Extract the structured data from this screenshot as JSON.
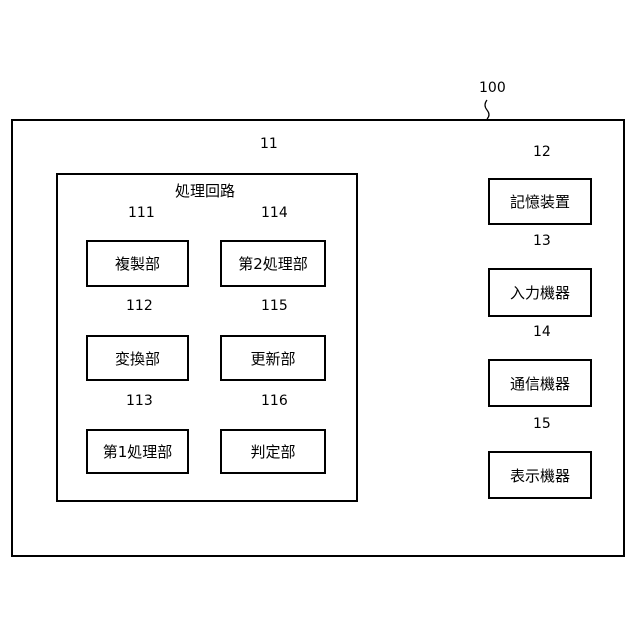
{
  "device": {
    "ref": "100"
  },
  "processing_circuit": {
    "ref": "11",
    "title": "処理回路",
    "units": [
      {
        "ref": "111",
        "label": "複製部"
      },
      {
        "ref": "112",
        "label": "変換部"
      },
      {
        "ref": "113",
        "label": "第1処理部"
      },
      {
        "ref": "114",
        "label": "第2処理部"
      },
      {
        "ref": "115",
        "label": "更新部"
      },
      {
        "ref": "116",
        "label": "判定部"
      }
    ]
  },
  "peripherals": [
    {
      "ref": "12",
      "label": "記憶装置"
    },
    {
      "ref": "13",
      "label": "入力機器"
    },
    {
      "ref": "14",
      "label": "通信機器"
    },
    {
      "ref": "15",
      "label": "表示機器"
    }
  ]
}
